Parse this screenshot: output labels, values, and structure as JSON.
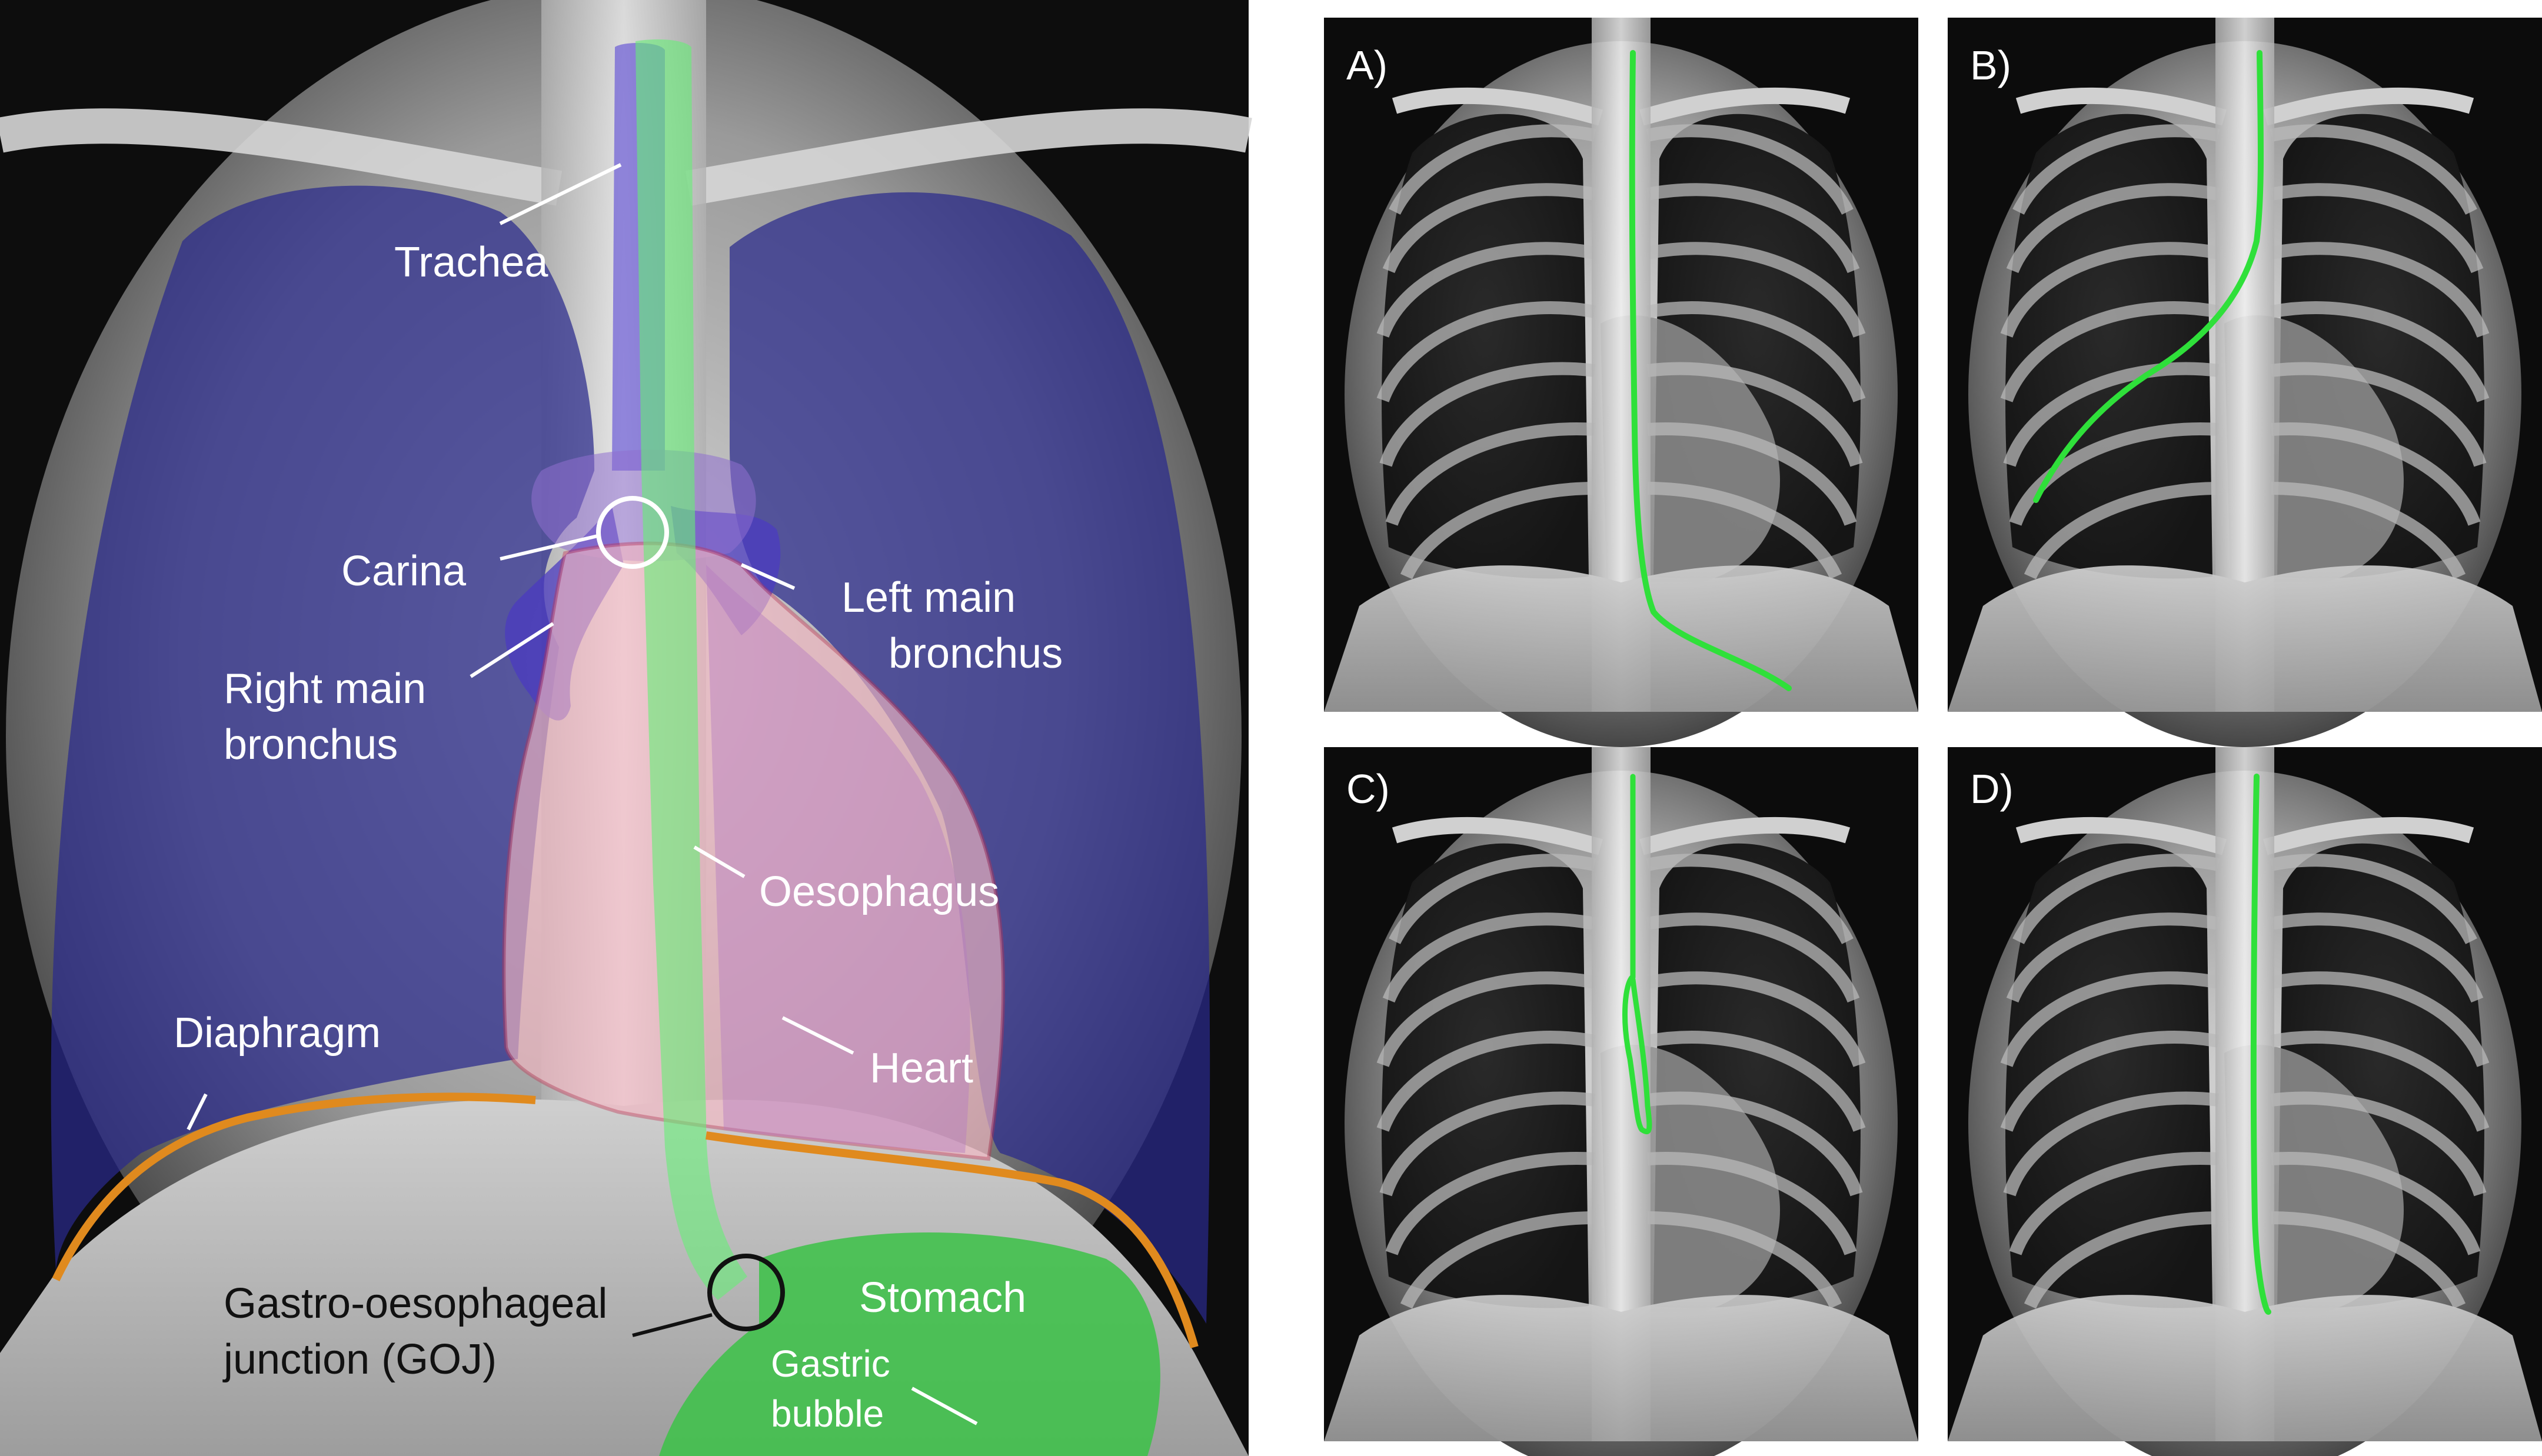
{
  "anatomy": {
    "trachea": "Trachea",
    "carina": "Carina",
    "left_main_bronchus_1": "Left main",
    "left_main_bronchus_2": "bronchus",
    "right_main_bronchus_1": "Right main",
    "right_main_bronchus_2": "bronchus",
    "oesophagus": "Oesophagus",
    "diaphragm": "Diaphragm",
    "heart": "Heart",
    "stomach": "Stomach",
    "goj_1": "Gastro-oesophageal",
    "goj_2": "junction (GOJ)",
    "gastric_bubble_1": "Gastric",
    "gastric_bubble_2": "bubble"
  },
  "panels": [
    "A)",
    "B)",
    "C)",
    "D)"
  ],
  "colors": {
    "tube": "#2fe03a",
    "lung_overlay": "#2a2a8c",
    "heart_overlay": "#f3b7c2",
    "oesophagus_overlay": "#66ee77",
    "stomach_overlay": "#3fc24a",
    "diaphragm_line": "#e08a1e"
  }
}
